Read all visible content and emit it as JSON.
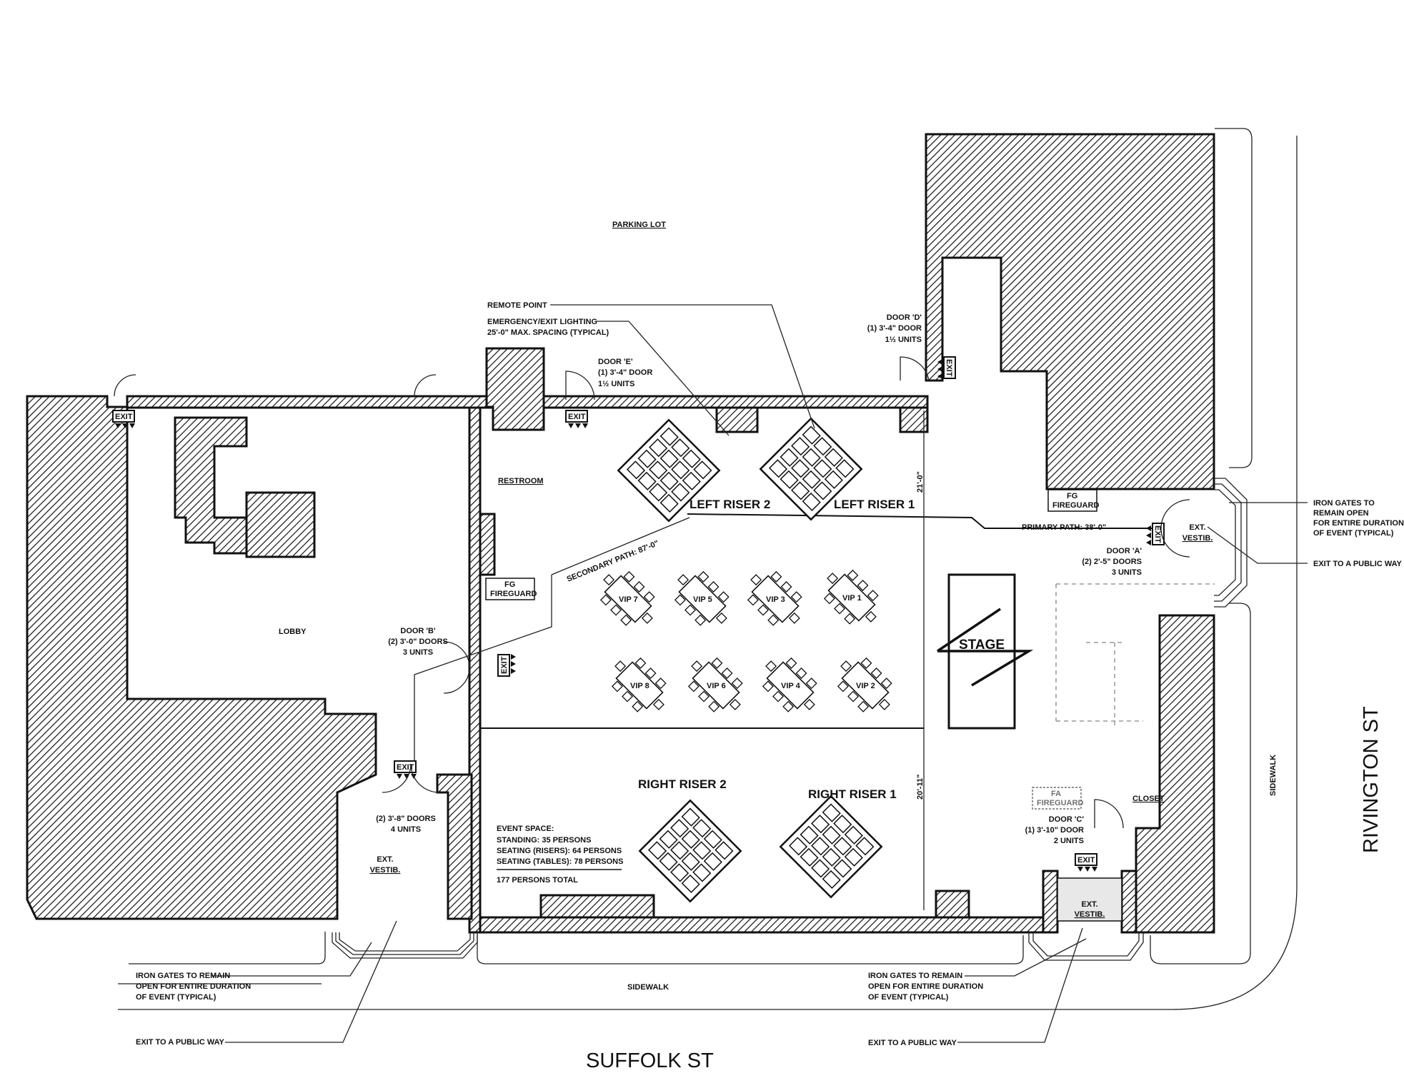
{
  "labels": {
    "parking_lot": "PARKING LOT",
    "remote_point": "REMOTE POINT",
    "emergency_lighting_1": "EMERGENCY/EXIT LIGHTING",
    "emergency_lighting_2": "25'-0\" MAX. SPACING (TYPICAL)",
    "lobby": "LOBBY",
    "restroom": "RESTROOM",
    "stage": "STAGE",
    "closet": "CLOSET",
    "left_riser_2": "LEFT RISER 2",
    "left_riser_1": "LEFT RISER 1",
    "right_riser_2": "RIGHT RISER 2",
    "right_riser_1": "RIGHT RISER 1",
    "secondary_path": "SECONDARY PATH: 87'-0\"",
    "primary_path": "PRIMARY PATH: 38'-0\"",
    "dim_21": "21'-0\"",
    "dim_20_11": "20'-11\"",
    "sidewalk_bottom": "SIDEWALK",
    "sidewalk_right": "SIDEWALK",
    "suffolk_st": "SUFFOLK ST",
    "rivington_st": "RIVINGTON ST",
    "exit": "EXIT"
  },
  "fireguards": [
    {
      "line1": "FG",
      "line2": "FIREGUARD"
    },
    {
      "line1": "FG",
      "line2": "FIREGUARD"
    },
    {
      "line1": "FA",
      "line2": "FIREGUARD"
    }
  ],
  "doors": {
    "a": [
      "DOOR 'A'",
      "(2) 2'-5\" DOORS",
      "3 UNITS"
    ],
    "b": [
      "DOOR 'B'",
      "(2) 3'-0\" DOORS",
      "3 UNITS"
    ],
    "c": [
      "DOOR 'C'",
      "(1) 3'-10\" DOOR",
      "2 UNITS"
    ],
    "d": [
      "DOOR 'D'",
      "(1) 3'-4\" DOOR",
      "1½ UNITS"
    ],
    "e": [
      "DOOR 'E'",
      "(1) 3'-4\" DOOR",
      "1½ UNITS"
    ],
    "vestibule_left": [
      "(2) 3'-8\" DOORS",
      "4 UNITS"
    ]
  },
  "vestibules": [
    [
      "EXT.",
      "VESTIB."
    ],
    [
      "EXT.",
      "VESTIB."
    ],
    [
      "EXT.",
      "VESTIB."
    ]
  ],
  "vip_tables": [
    "VIP 7",
    "VIP 5",
    "VIP 3",
    "VIP 1",
    "VIP 8",
    "VIP 6",
    "VIP 4",
    "VIP 2"
  ],
  "event_space": {
    "title": "EVENT SPACE:",
    "standing": "STANDING: 35 PERSONS",
    "risers": "SEATING (RISERS): 64 PERSONS",
    "tables": "SEATING (TABLES): 78 PERSONS",
    "total": "177 PERSONS TOTAL"
  },
  "notes": {
    "iron_gates_left": [
      "IRON GATES TO REMAIN",
      "OPEN FOR ENTIRE DURATION",
      "OF EVENT (TYPICAL)"
    ],
    "exit_public_left": "EXIT TO A PUBLIC WAY",
    "iron_gates_mid": [
      "IRON GATES TO REMAIN",
      "OPEN FOR ENTIRE DURATION",
      "OF EVENT (TYPICAL)"
    ],
    "exit_public_mid": "EXIT TO A PUBLIC WAY",
    "iron_gates_right": [
      "IRON GATES TO",
      "REMAIN OPEN",
      "FOR ENTIRE DURATION",
      "OF EVENT (TYPICAL)"
    ],
    "exit_public_right": "EXIT TO A PUBLIC WAY"
  }
}
